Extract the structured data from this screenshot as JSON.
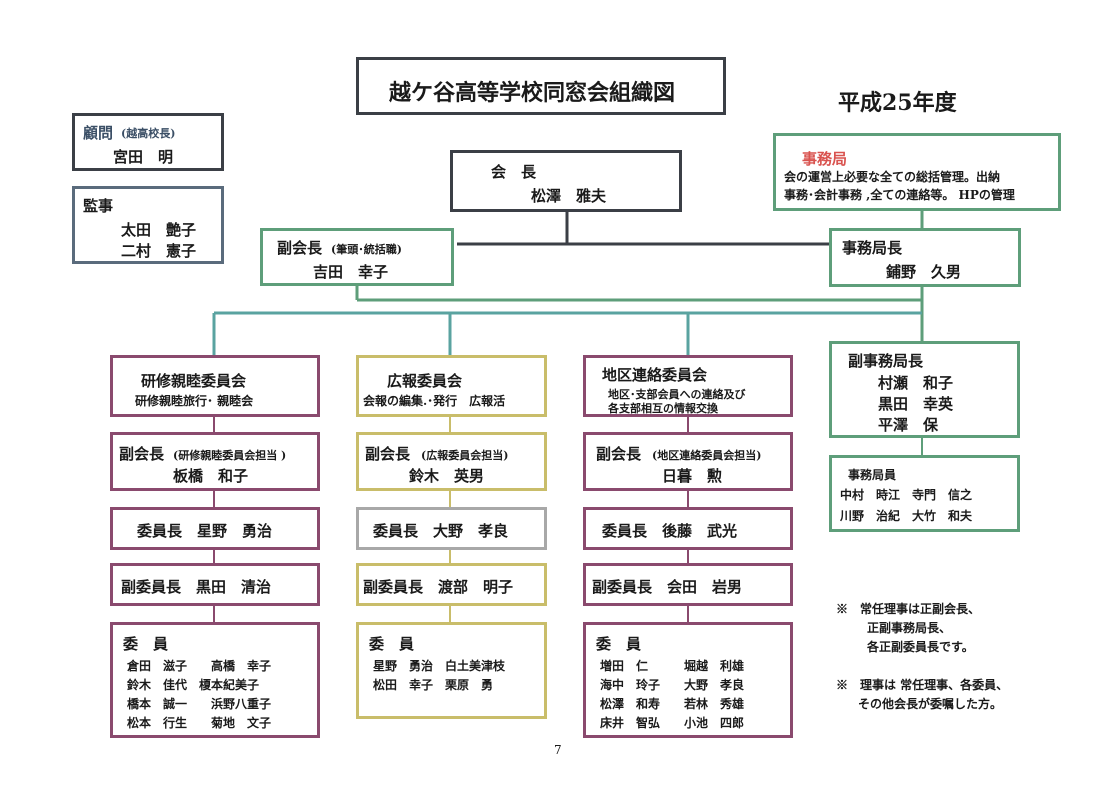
{
  "title": "越ケ谷高等学校同窓会組織図",
  "year": "平成25年度",
  "advisor": {
    "label": "顧問",
    "note": "(越高校長)",
    "name": "宮田　明"
  },
  "auditors": {
    "label": "監事",
    "names": [
      "太田　艶子",
      "二村　憲子"
    ]
  },
  "president": {
    "label": "会　長",
    "name": "松澤　雅夫"
  },
  "secretariat": {
    "label": "事務局",
    "desc": [
      "会の運営上必要な全ての総括管理。出納",
      "事務･会計事務 ,全ての連絡等。 HPの管理"
    ]
  },
  "vice_president_chief": {
    "label": "副会長",
    "note": "(筆頭･統括職)",
    "name": "吉田　幸子"
  },
  "secretary_general": {
    "label": "事務局長",
    "name": "鋪野　久男"
  },
  "deputy_secretaries": {
    "label": "副事務局長",
    "names": [
      "村瀬　和子",
      "黒田　幸英",
      "平澤　保"
    ]
  },
  "secretariat_staff": {
    "label": "事務局員",
    "rows": [
      "中村　時江　寺門　信之",
      "川野　治紀　大竹　和夫"
    ]
  },
  "committees": [
    {
      "name": "研修親睦委員会",
      "desc": [
        "研修親睦旅行･ 親睦会"
      ],
      "vice_label": "副会長",
      "vice_note": "(研修親睦委員会担当 )",
      "vice_name": "板橋　和子",
      "chair": "委員長　星野　勇治",
      "vice_chair": "副委員長　黒田　清治",
      "members_label": "委　員",
      "members": [
        "倉田　滋子　　高橋　幸子",
        "鈴木　佳代　榎本紀美子",
        "橋本　誠一　　浜野八重子",
        "松本　行生　　菊地　文子"
      ]
    },
    {
      "name": "広報委員会",
      "desc": [
        "会報の編集.･発行　広報活"
      ],
      "vice_label": "副会長",
      "vice_note": "(広報委員会担当)",
      "vice_name": "鈴木　英男",
      "chair": "委員長　大野　孝良",
      "vice_chair": "副委員長　渡部　明子",
      "members_label": "委　員",
      "members": [
        "星野　勇治　白土美津枝",
        "松田　幸子　栗原　勇"
      ]
    },
    {
      "name": "地区連絡委員会",
      "desc": [
        "地区･支部会員への連絡及び",
        "各支部相互の情報交換"
      ],
      "vice_label": "副会長",
      "vice_note": "(地区連絡委員会担当)",
      "vice_name": "日暮　勲",
      "chair": "委員長　後藤　武光",
      "vice_chair": "副委員長　会田　岩男",
      "members_label": "委　員",
      "members": [
        "増田　仁　　　堀越　利雄",
        "海中　玲子　　大野　孝良",
        "松澤　和寿　　若林　秀雄",
        "床井　智弘　　小池　四郎"
      ]
    }
  ],
  "notes": [
    [
      "※　常任理事は正副会長、",
      "正副事務局長、",
      "各正副委員長です。"
    ],
    [
      "※　理事は 常任理事、各委員、",
      "その他会長が委嘱した方。"
    ]
  ],
  "page_number": "7",
  "colors": {
    "dark": "#3b3f46",
    "slate": "#5a6b7c",
    "green": "#5e9e7a",
    "purple": "#8a4a6e",
    "yellow": "#c9bd6a",
    "grey": "#a8a8a8",
    "accent_red": "#d9534f",
    "connector_teal": "#5aa3a0"
  }
}
